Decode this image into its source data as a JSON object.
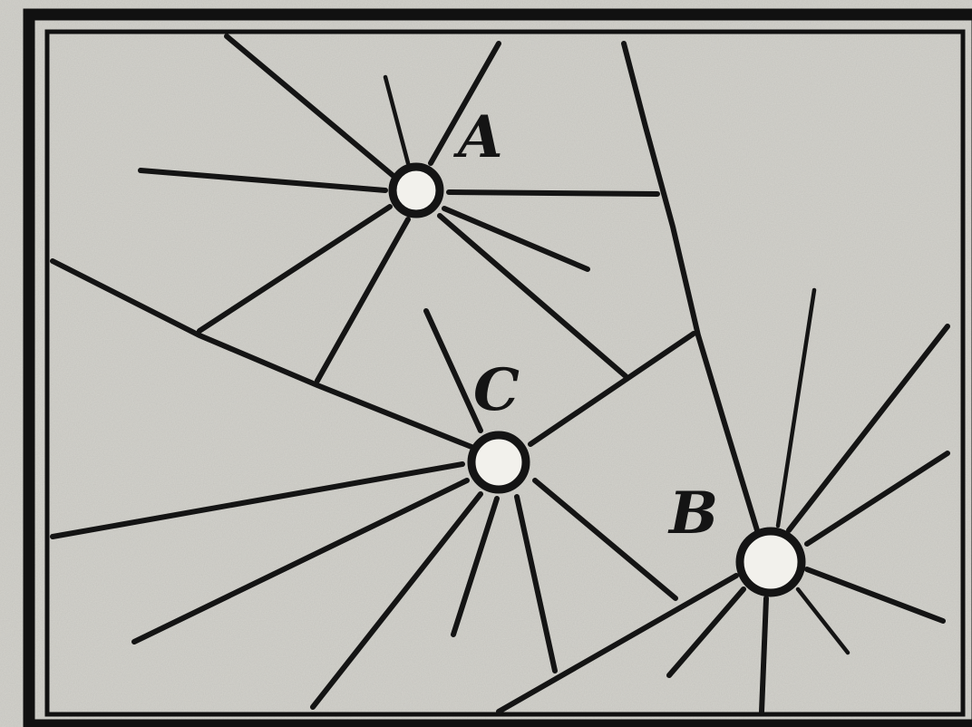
{
  "holes": [
    {
      "id": "A",
      "label": "A"
    },
    {
      "id": "B",
      "label": "B"
    },
    {
      "id": "C",
      "label": "C"
    }
  ],
  "colors": {
    "ink": "#141414",
    "paper": "#d4d3cd",
    "hole_fill": "#f2f1ec"
  }
}
